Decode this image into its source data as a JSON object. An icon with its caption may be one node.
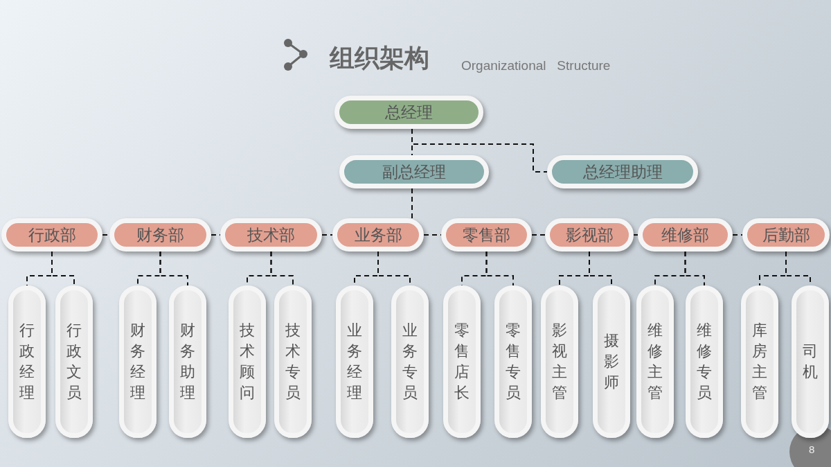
{
  "diagram": {
    "title": "组织架构",
    "nodes": [
      {
        "text": [
          "总经理"
        ]
      },
      {
        "text": [
          "副总经理"
        ]
      },
      {
        "text": [
          "总经理助理"
        ]
      },
      {
        "text": [
          "行政部"
        ]
      },
      {
        "text": [
          "财务部"
        ]
      },
      {
        "text": [
          "技术部"
        ]
      },
      {
        "text": [
          "业务部"
        ]
      },
      {
        "text": [
          "零售部"
        ]
      },
      {
        "text": [
          "影视部"
        ]
      },
      {
        "text": [
          "维修部"
        ]
      },
      {
        "text": [
          "后勤部"
        ]
      },
      {
        "text": [
          "行政经理"
        ]
      },
      {
        "text": [
          "行政文员"
        ]
      },
      {
        "text": [
          "财务经理"
        ]
      },
      {
        "text": [
          "财务助理"
        ]
      },
      {
        "text": [
          "技术顾问"
        ]
      },
      {
        "text": [
          "技术专员"
        ]
      },
      {
        "text": [
          "业务经理"
        ]
      },
      {
        "text": [
          "业务专员"
        ]
      },
      {
        "text": [
          "零售店长"
        ]
      },
      {
        "text": [
          "零售专员"
        ]
      },
      {
        "text": [
          "影视主管"
        ]
      },
      {
        "text": [
          "摄影师"
        ]
      },
      {
        "text": [
          "维修主管"
        ]
      },
      {
        "text": [
          "维修专员"
        ]
      },
      {
        "text": [
          "库房主管"
        ]
      },
      {
        "text": [
          "司机"
        ]
      }
    ],
    "edges": [
      {
        "from": 0,
        "to": 1,
        "arrow": "none"
      },
      {
        "from": 0,
        "to": 2,
        "arrow": "none"
      },
      {
        "from": 1,
        "to": 6,
        "arrow": "none"
      },
      {
        "from": 3,
        "to": 4,
        "arrow": "none"
      },
      {
        "from": 4,
        "to": 5,
        "arrow": "none"
      },
      {
        "from": 5,
        "to": 6,
        "arrow": "none"
      },
      {
        "from": 6,
        "to": 7,
        "arrow": "none"
      },
      {
        "from": 7,
        "to": 8,
        "arrow": "none"
      },
      {
        "from": 8,
        "to": 9,
        "arrow": "none"
      },
      {
        "from": 9,
        "to": 10,
        "arrow": "none"
      },
      {
        "from": 3,
        "to": 11,
        "arrow": "none"
      },
      {
        "from": 3,
        "to": 12,
        "arrow": "none"
      },
      {
        "from": 4,
        "to": 13,
        "arrow": "none"
      },
      {
        "from": 4,
        "to": 14,
        "arrow": "none"
      },
      {
        "from": 5,
        "to": 15,
        "arrow": "none"
      },
      {
        "from": 5,
        "to": 16,
        "arrow": "none"
      },
      {
        "from": 6,
        "to": 17,
        "arrow": "none"
      },
      {
        "from": 6,
        "to": 18,
        "arrow": "none"
      },
      {
        "from": 7,
        "to": 19,
        "arrow": "none"
      },
      {
        "from": 7,
        "to": 20,
        "arrow": "none"
      },
      {
        "from": 8,
        "to": 21,
        "arrow": "none"
      },
      {
        "from": 8,
        "to": 22,
        "arrow": "none"
      },
      {
        "from": 9,
        "to": 23,
        "arrow": "none"
      },
      {
        "from": 9,
        "to": 24,
        "arrow": "none"
      },
      {
        "from": 10,
        "to": 25,
        "arrow": "none"
      },
      {
        "from": 10,
        "to": 26,
        "arrow": "none"
      }
    ],
    "labels": [
      "Organizational   Structure",
      "8"
    ]
  }
}
